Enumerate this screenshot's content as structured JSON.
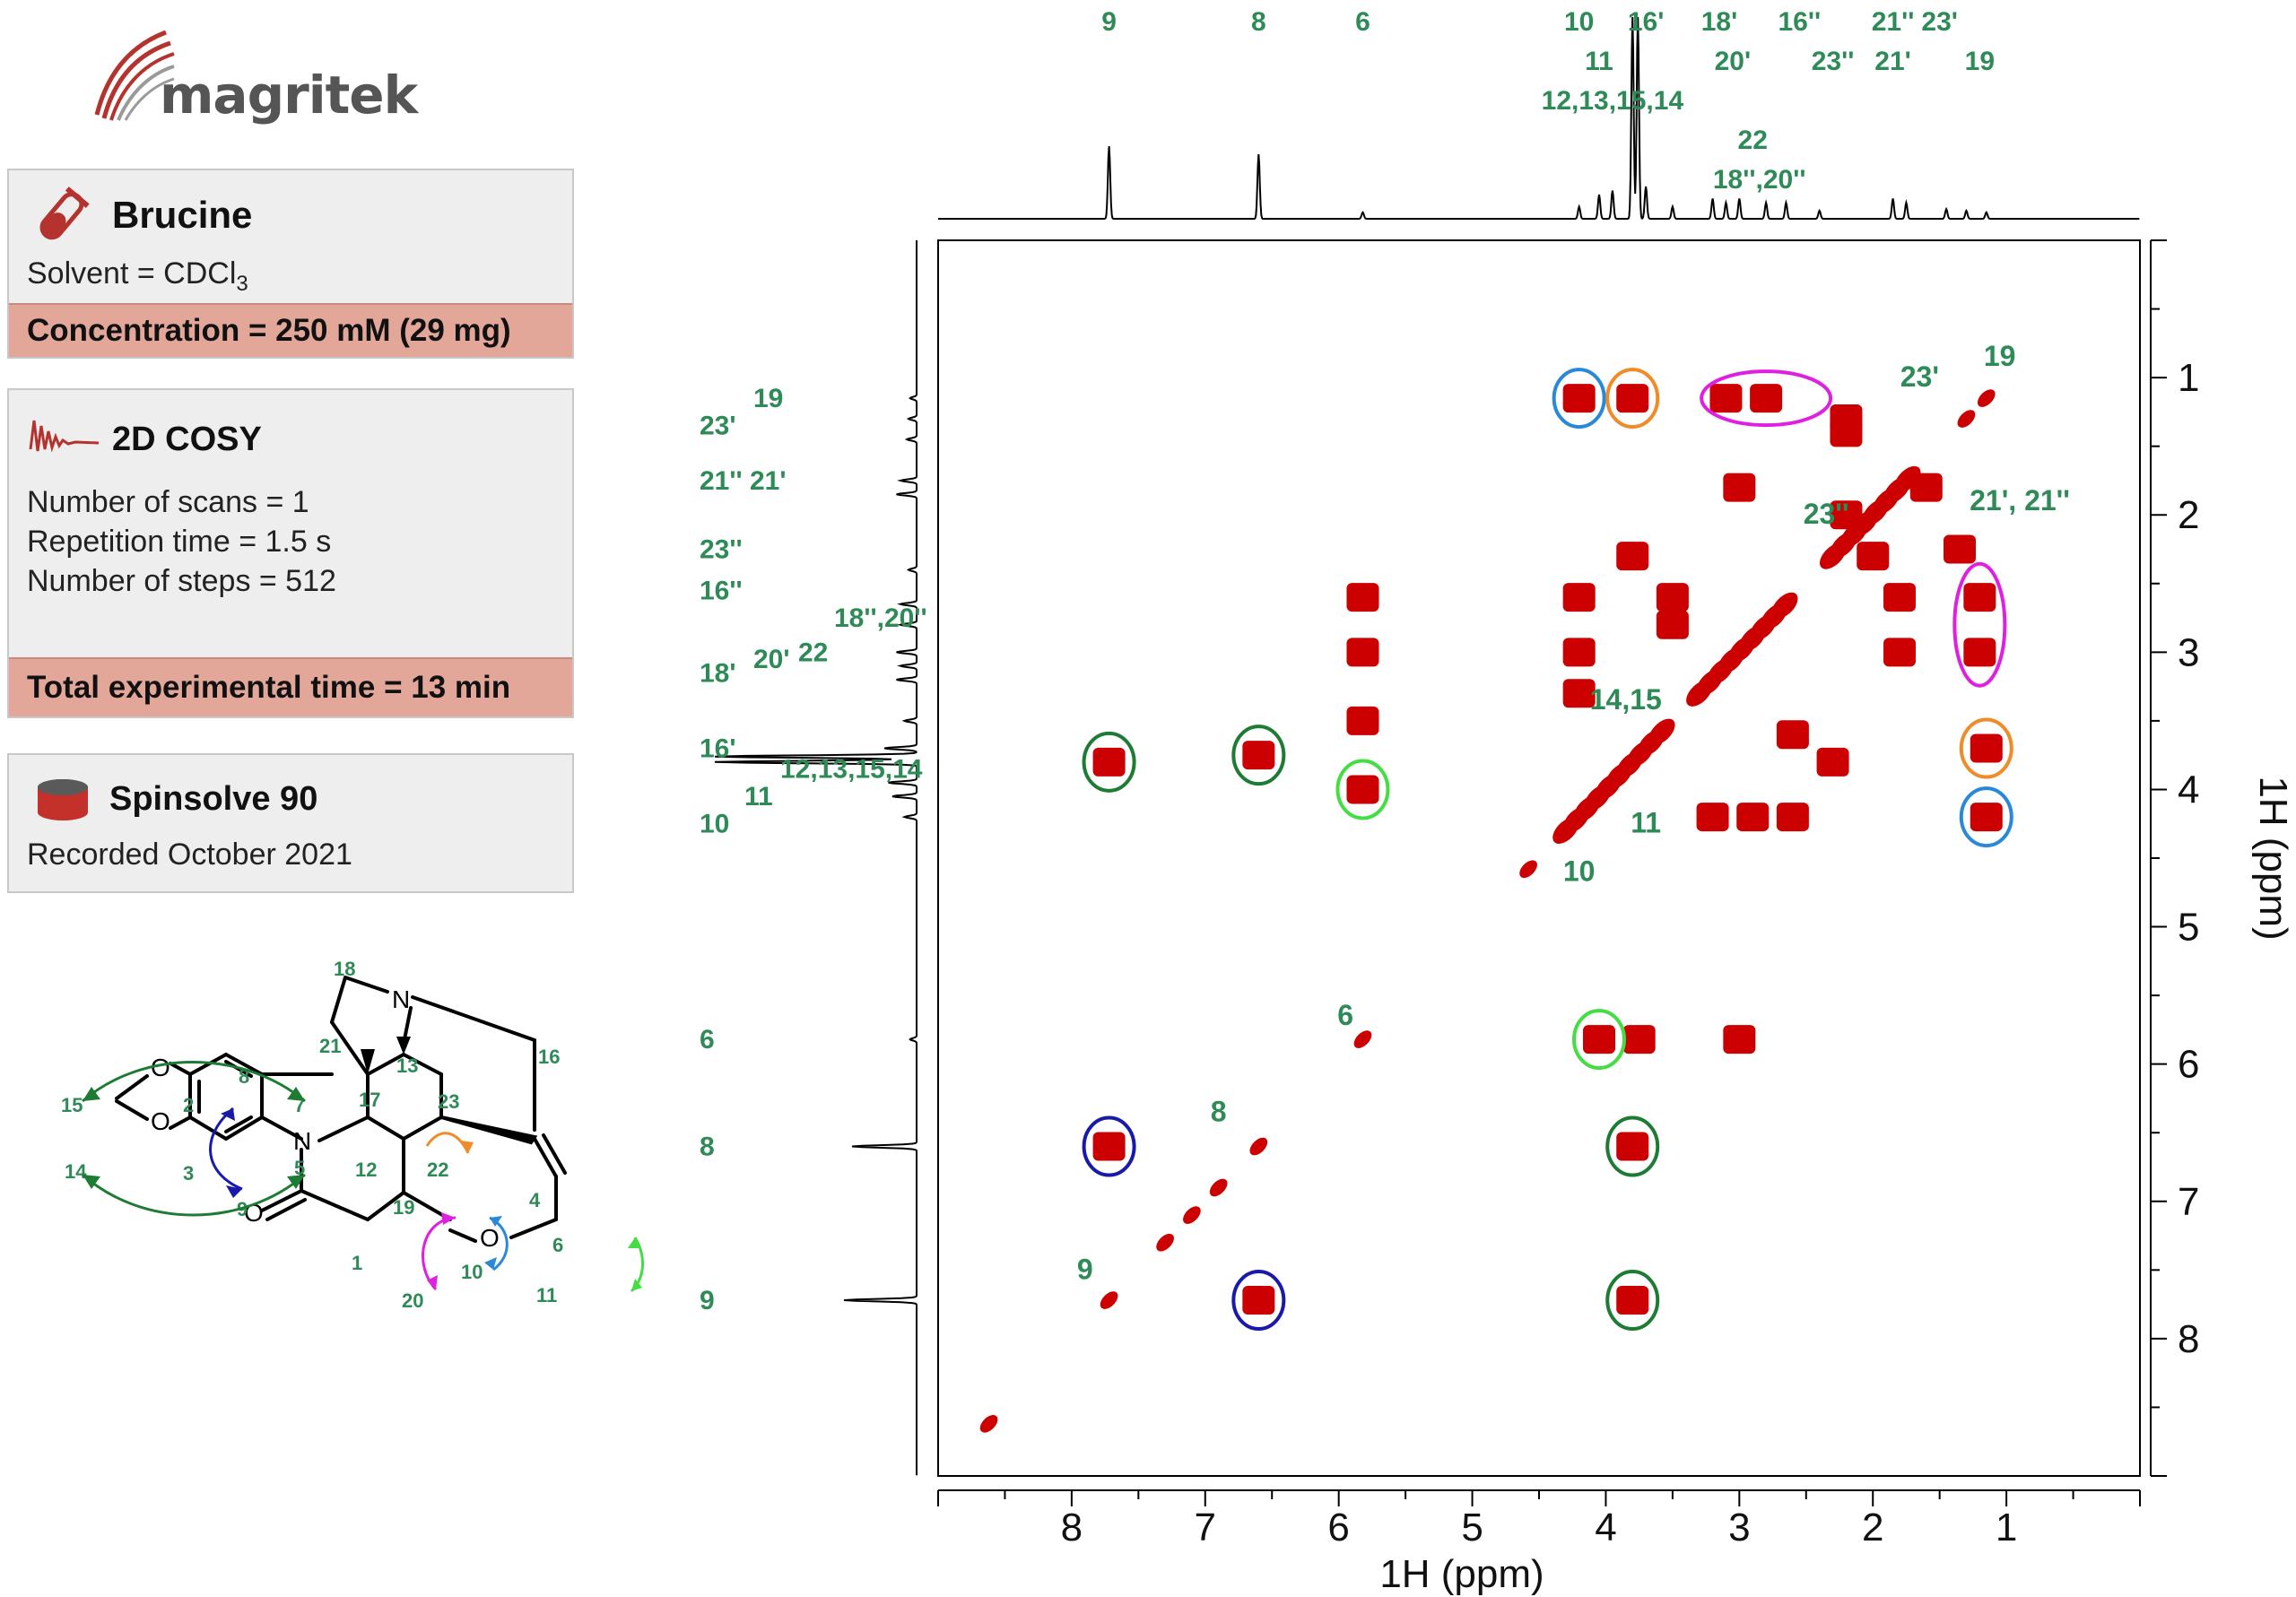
{
  "brand": {
    "name": "magritek",
    "logo_icon": "magritek-swoosh-logo"
  },
  "sample": {
    "icon": "test-tube-icon",
    "title": "Brucine",
    "solvent_prefix": "Solvent = CDCl",
    "solvent_sub": "3",
    "band": "Concentration = 250 mM (29 mg)"
  },
  "experiment": {
    "icon": "fid-signal-icon",
    "title": "2D COSY",
    "lines": [
      "Number of scans = 1",
      "Repetition time = 1.5 s",
      "Number of steps = 512"
    ],
    "band": "Total experimental time = 13 min"
  },
  "instrument": {
    "icon": "magnet-cylinder-icon",
    "title": "Spinsolve 90",
    "recorded": "Recorded October 2021"
  },
  "colors": {
    "label_green": "#2e8b57",
    "peak_red": "#cc0000",
    "card_bg": "#eeeeee",
    "band_bg": "#e3a79a",
    "brand_red": "#b5332e"
  },
  "chart_data": {
    "type": "heatmap",
    "title": "",
    "xlabel": "1H (ppm)",
    "ylabel": "1H (ppm)",
    "xlim": [
      9.0,
      0.0
    ],
    "ylim": [
      0.0,
      9.0
    ],
    "x_ticks": [
      "8",
      "7",
      "6",
      "5",
      "4",
      "3",
      "2",
      "1"
    ],
    "y_ticks": [
      "1",
      "2",
      "3",
      "4",
      "5",
      "6",
      "7",
      "8"
    ],
    "diagonal_peaks": [
      {
        "ppm": 7.72,
        "label": "9"
      },
      {
        "ppm": 6.6,
        "label": "8"
      },
      {
        "ppm": 5.82,
        "label": "6"
      },
      {
        "ppm": 4.58,
        "label": "10"
      },
      {
        "ppm": 4.05,
        "label": "11"
      },
      {
        "ppm": 3.7,
        "label": "14,15"
      },
      {
        "ppm": 2.2,
        "label": "23''"
      },
      {
        "ppm": 1.3,
        "label": "23'"
      },
      {
        "ppm": 1.15,
        "label": "19"
      },
      {
        "ppm": 8.62,
        "label": ""
      },
      {
        "ppm": 7.3,
        "label": ""
      },
      {
        "ppm": 7.1,
        "label": ""
      },
      {
        "ppm": 6.9,
        "label": ""
      },
      {
        "ppm": 3.2,
        "label": ""
      },
      {
        "ppm": 2.8,
        "label": ""
      },
      {
        "ppm": 1.8,
        "label": ""
      }
    ],
    "cross_peaks": [
      {
        "x": 7.72,
        "y": 3.8
      },
      {
        "x": 6.6,
        "y": 3.75
      },
      {
        "x": 5.82,
        "y": 4.0
      },
      {
        "x": 5.82,
        "y": 3.0
      },
      {
        "x": 5.82,
        "y": 3.5
      },
      {
        "x": 5.82,
        "y": 2.6
      },
      {
        "x": 6.6,
        "y": 7.72
      },
      {
        "x": 7.72,
        "y": 6.6
      },
      {
        "x": 3.8,
        "y": 6.6
      },
      {
        "x": 3.8,
        "y": 7.72
      },
      {
        "x": 4.05,
        "y": 5.82
      },
      {
        "x": 3.75,
        "y": 5.82
      },
      {
        "x": 3.0,
        "y": 5.82
      },
      {
        "x": 4.2,
        "y": 1.15
      },
      {
        "x": 3.8,
        "y": 1.15
      },
      {
        "x": 3.1,
        "y": 1.15
      },
      {
        "x": 2.8,
        "y": 1.15
      },
      {
        "x": 1.15,
        "y": 4.2
      },
      {
        "x": 1.15,
        "y": 3.7
      },
      {
        "x": 1.2,
        "y": 3.0
      },
      {
        "x": 1.2,
        "y": 2.6
      },
      {
        "x": 1.35,
        "y": 2.25
      },
      {
        "x": 2.2,
        "y": 1.3
      },
      {
        "x": 2.2,
        "y": 1.4
      },
      {
        "x": 4.2,
        "y": 2.6
      },
      {
        "x": 4.2,
        "y": 3.0
      },
      {
        "x": 4.2,
        "y": 3.3
      },
      {
        "x": 3.5,
        "y": 2.6
      },
      {
        "x": 3.5,
        "y": 2.8
      },
      {
        "x": 3.8,
        "y": 2.3
      },
      {
        "x": 3.2,
        "y": 4.2
      },
      {
        "x": 2.9,
        "y": 4.2
      },
      {
        "x": 2.6,
        "y": 3.6
      },
      {
        "x": 2.3,
        "y": 3.8
      },
      {
        "x": 2.6,
        "y": 4.2
      },
      {
        "x": 1.8,
        "y": 3.0
      },
      {
        "x": 1.8,
        "y": 2.6
      },
      {
        "x": 3.0,
        "y": 1.8
      },
      {
        "x": 2.0,
        "y": 2.3
      },
      {
        "x": 2.2,
        "y": 2.0
      },
      {
        "x": 1.6,
        "y": 1.8
      }
    ],
    "circles": [
      {
        "x": 7.72,
        "y": 3.8,
        "color": "#1e7b34"
      },
      {
        "x": 6.6,
        "y": 3.75,
        "color": "#1e7b34"
      },
      {
        "x": 3.8,
        "y": 6.6,
        "color": "#1e7b34"
      },
      {
        "x": 3.8,
        "y": 7.72,
        "color": "#1e7b34"
      },
      {
        "x": 5.82,
        "y": 4.0,
        "color": "#44dd44"
      },
      {
        "x": 4.05,
        "y": 5.82,
        "color": "#44dd44"
      },
      {
        "x": 7.72,
        "y": 6.6,
        "color": "#1a1aaa"
      },
      {
        "x": 6.6,
        "y": 7.72,
        "color": "#1a1aaa"
      },
      {
        "x": 4.2,
        "y": 1.15,
        "color": "#2a88d8"
      },
      {
        "x": 1.15,
        "y": 4.2,
        "color": "#2a88d8"
      },
      {
        "x": 3.8,
        "y": 1.15,
        "color": "#f08c28"
      },
      {
        "x": 1.15,
        "y": 3.7,
        "color": "#f08c28"
      },
      {
        "x": 2.8,
        "y": 1.15,
        "color": "#e020e0"
      },
      {
        "x": 1.2,
        "y": 2.8,
        "color": "#e020e0"
      }
    ],
    "top_projection_peaks": [
      {
        "ppm": 7.72,
        "h": 0.9
      },
      {
        "ppm": 6.6,
        "h": 0.8
      },
      {
        "ppm": 5.82,
        "h": 0.08
      },
      {
        "ppm": 4.2,
        "h": 0.15
      },
      {
        "ppm": 4.05,
        "h": 0.3
      },
      {
        "ppm": 3.95,
        "h": 0.35
      },
      {
        "ppm": 3.8,
        "h": 2.5
      },
      {
        "ppm": 3.76,
        "h": 2.5
      },
      {
        "ppm": 3.7,
        "h": 0.4
      },
      {
        "ppm": 3.5,
        "h": 0.15
      },
      {
        "ppm": 3.2,
        "h": 0.25
      },
      {
        "ppm": 3.1,
        "h": 0.2
      },
      {
        "ppm": 3.0,
        "h": 0.25
      },
      {
        "ppm": 2.8,
        "h": 0.2
      },
      {
        "ppm": 2.65,
        "h": 0.2
      },
      {
        "ppm": 2.4,
        "h": 0.1
      },
      {
        "ppm": 1.85,
        "h": 0.25
      },
      {
        "ppm": 1.75,
        "h": 0.2
      },
      {
        "ppm": 1.45,
        "h": 0.12
      },
      {
        "ppm": 1.3,
        "h": 0.1
      },
      {
        "ppm": 1.15,
        "h": 0.08
      }
    ],
    "top_labels": [
      {
        "text": "9",
        "x": 7.72,
        "row": 0
      },
      {
        "text": "8",
        "x": 6.6,
        "row": 0
      },
      {
        "text": "6",
        "x": 5.82,
        "row": 0
      },
      {
        "text": "10",
        "x": 4.2,
        "row": 0
      },
      {
        "text": "16'",
        "x": 3.7,
        "row": 0
      },
      {
        "text": "18'",
        "x": 3.15,
        "row": 0
      },
      {
        "text": "16''",
        "x": 2.55,
        "row": 0
      },
      {
        "text": "21''",
        "x": 1.85,
        "row": 0
      },
      {
        "text": "23'",
        "x": 1.5,
        "row": 0
      },
      {
        "text": "11",
        "x": 4.05,
        "row": 1
      },
      {
        "text": "20'",
        "x": 3.05,
        "row": 1
      },
      {
        "text": "23''",
        "x": 2.3,
        "row": 1
      },
      {
        "text": "21'",
        "x": 1.85,
        "row": 1
      },
      {
        "text": "19",
        "x": 1.2,
        "row": 1
      },
      {
        "text": "12,13,15,14",
        "x": 3.95,
        "row": 2
      },
      {
        "text": "22",
        "x": 2.9,
        "row": 3
      },
      {
        "text": "18'',20''",
        "x": 2.85,
        "row": 4
      }
    ],
    "left_labels": [
      {
        "text": "19",
        "y": 1.15
      },
      {
        "text": "23'",
        "y": 1.35
      },
      {
        "text": "21'' 21'",
        "y": 1.75
      },
      {
        "text": "23''",
        "y": 2.25
      },
      {
        "text": "16''",
        "y": 2.55
      },
      {
        "text": "18'',20''",
        "y": 2.75
      },
      {
        "text": "20'",
        "y": 3.05
      },
      {
        "text": "22",
        "y": 3.0
      },
      {
        "text": "18'",
        "y": 3.15
      },
      {
        "text": "16'",
        "y": 3.7
      },
      {
        "text": "12,13,15,14",
        "y": 3.85
      },
      {
        "text": "11",
        "y": 4.05
      },
      {
        "text": "10",
        "y": 4.25
      },
      {
        "text": "6",
        "y": 5.82
      },
      {
        "text": "8",
        "y": 6.6
      },
      {
        "text": "9",
        "y": 7.72
      }
    ],
    "in_plot_labels": [
      {
        "text": "19",
        "x": 1.05,
        "y": 0.85
      },
      {
        "text": "23'",
        "x": 1.65,
        "y": 1.0
      },
      {
        "text": "21', 21''",
        "x": 0.9,
        "y": 1.9
      },
      {
        "text": "23''",
        "x": 2.35,
        "y": 2.0
      },
      {
        "text": "14,15",
        "x": 3.85,
        "y": 3.35
      },
      {
        "text": "11",
        "x": 3.7,
        "y": 4.25
      },
      {
        "text": "10",
        "x": 4.2,
        "y": 4.6
      },
      {
        "text": "6",
        "x": 5.95,
        "y": 5.65
      },
      {
        "text": "8",
        "x": 6.9,
        "y": 6.35
      },
      {
        "text": "9",
        "x": 7.9,
        "y": 7.5
      }
    ]
  },
  "structure": {
    "atoms": [
      "18",
      "21",
      "17",
      "13",
      "23",
      "16",
      "12",
      "22",
      "4",
      "19",
      "6",
      "10",
      "11",
      "20",
      "1",
      "N",
      "N",
      "O",
      "O",
      "O",
      "O",
      "15",
      "14",
      "2",
      "3",
      "8",
      "9",
      "7",
      "5"
    ]
  }
}
